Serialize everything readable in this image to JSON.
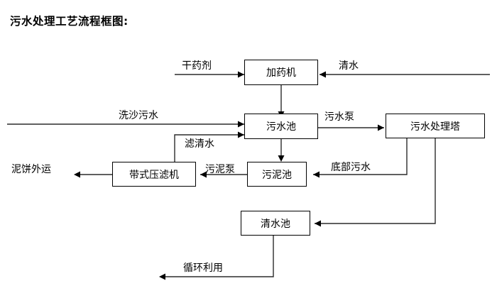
{
  "title": "污水处理工艺流程框图:",
  "diagram": {
    "type": "flowchart",
    "orientation": "top-down",
    "nodes": [
      {
        "id": "dosing_machine",
        "label": "加药机",
        "en": "dosing machine"
      },
      {
        "id": "wastewater_pool",
        "label": "污水池",
        "en": "wastewater pool"
      },
      {
        "id": "treatment_tower",
        "label": "污水处理塔",
        "en": "wastewater treatment tower"
      },
      {
        "id": "sludge_pool",
        "label": "污泥池",
        "en": "sludge pool"
      },
      {
        "id": "belt_filter_press",
        "label": "带式压滤机",
        "en": "belt filter press"
      },
      {
        "id": "clear_water_pool",
        "label": "清水池",
        "en": "clear water pool"
      }
    ],
    "edge_labels": [
      {
        "id": "dry_chemical",
        "label": "干药剂",
        "en": "dry chemical agent"
      },
      {
        "id": "clean_water_in",
        "label": "清水",
        "en": "clean water"
      },
      {
        "id": "sand_wash_sewage",
        "label": "洗沙污水",
        "en": "sand-washing sewage"
      },
      {
        "id": "filtrate",
        "label": "滤清水",
        "en": "filtered clear water"
      },
      {
        "id": "sewage_pump",
        "label": "污水泵",
        "en": "sewage pump"
      },
      {
        "id": "sludge_pump",
        "label": "污泥泵",
        "en": "sludge pump"
      },
      {
        "id": "bottom_sewage",
        "label": "底部污水",
        "en": "bottom sewage"
      },
      {
        "id": "mud_cake_out",
        "label": "泥饼外运",
        "en": "mud cake transported out"
      },
      {
        "id": "recycle_reuse",
        "label": "循环利用",
        "en": "recycle and reuse"
      }
    ],
    "colors": {
      "background": "#ffffff",
      "box_border": "#000000",
      "box_fill": "#ffffff",
      "connector": "#2b2b2b",
      "text": "#000000"
    }
  }
}
